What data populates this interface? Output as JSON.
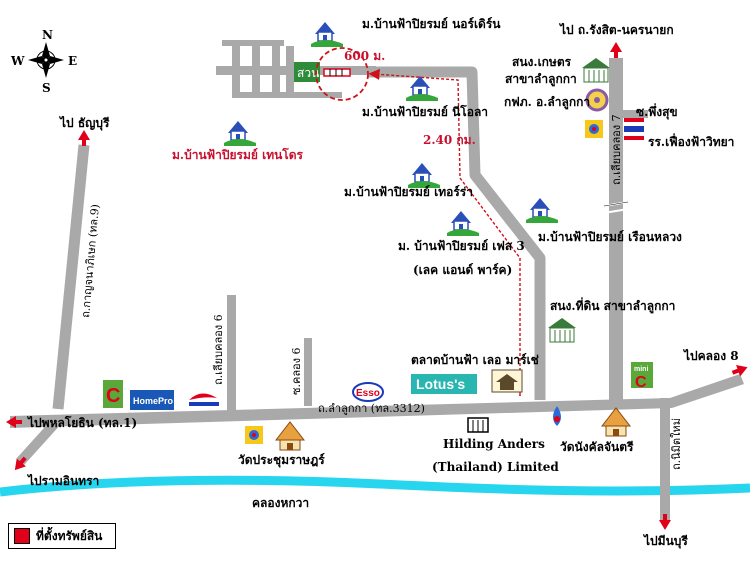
{
  "compass": {
    "n": "N",
    "s": "S",
    "e": "E",
    "w": "W"
  },
  "labels": {
    "to_thanyaburi": "ไป ธัญบุรี",
    "to_rangsit_nakhonnayok": "ไป ถ.รังสิต-นครนายก",
    "to_phahon": "ไปพหลโยธิน (ทล.1)",
    "to_ram_inthra": "ไปรามอินทรา",
    "to_khlong8": "ไปคลอง 8",
    "to_minburi": "ไปมีนบุรี",
    "rd_lamlukka": "ถ.ลำลูกกา (ทล.3312)",
    "rd_left_vertical": "ถ.กาญจนาภิเษก (ทล.9)",
    "rd_liap_khlong6": "ถ.เลียบคลอง 6",
    "rd_khlong6": "ซ.คลอง 6",
    "rd_liap_khlong7": "ถ.เลียบคลอง 7",
    "rd_nimitmai": "ถ.นิมิตใหม่",
    "soi_phueng_suk": "ซ.พึ่งสุข",
    "canal": "คลองหกวา",
    "park": "สวน",
    "dist_600": "600 ม.",
    "dist_240": "2.40 กม.",
    "proj_north": "ม.บ้านฟ้าปิยรมย์ นอร์เดิร์น",
    "proj_neo": "ม.บ้านฟ้าปิยรมย์ นีโอลา",
    "proj_tendro": "ม.บ้านฟ้าปิยรมย์ เทนโดร",
    "proj_terra": "ม.บ้านฟ้าปิยรมย์ เทอร์ร่า",
    "proj_phase3": "ม. บ้านฟ้าปิยรมย์ เฟส 3",
    "proj_lake": "(เลค แอนด์ พาร์ค)",
    "proj_ruenluang": "ม.บ้านฟ้าปิยรมย์ เรือนหลวง",
    "office_kaset": "สนง.เกษตร",
    "office_kaset2": "สาขาลำลูกกา",
    "pea": "กฟภ. อ.ลำลูกกา",
    "school": "รร.เฟื่องฟ้าวิทยา",
    "land_office": "สนง.ที่ดิน สาขาลำลูกกา",
    "market": "ตลาดบ้านฟ้า เลอ มาร์เช่",
    "hilding1": "Hilding Anders",
    "hilding2": "(Thailand) Limited",
    "wat_prachum": "วัดประชุมราษฎร์",
    "wat_nang": "วัดนังคัลจันตรี",
    "brand_lotus": "Lotus's",
    "brand_esso": "Esso",
    "brand_homepro": "HomePro",
    "brand_mini": "mini",
    "brand_c": "C"
  },
  "legend": {
    "text": "ที่ตั้งทรัพย์สิน"
  },
  "colors": {
    "road": "#a9a9a9",
    "canal": "#27d6ee",
    "arrow_red": "#e0001a",
    "route_red": "#d0101a",
    "park_green": "#2e8b3a",
    "house_blue": "#2a4fb8",
    "house_green": "#35a63a"
  }
}
